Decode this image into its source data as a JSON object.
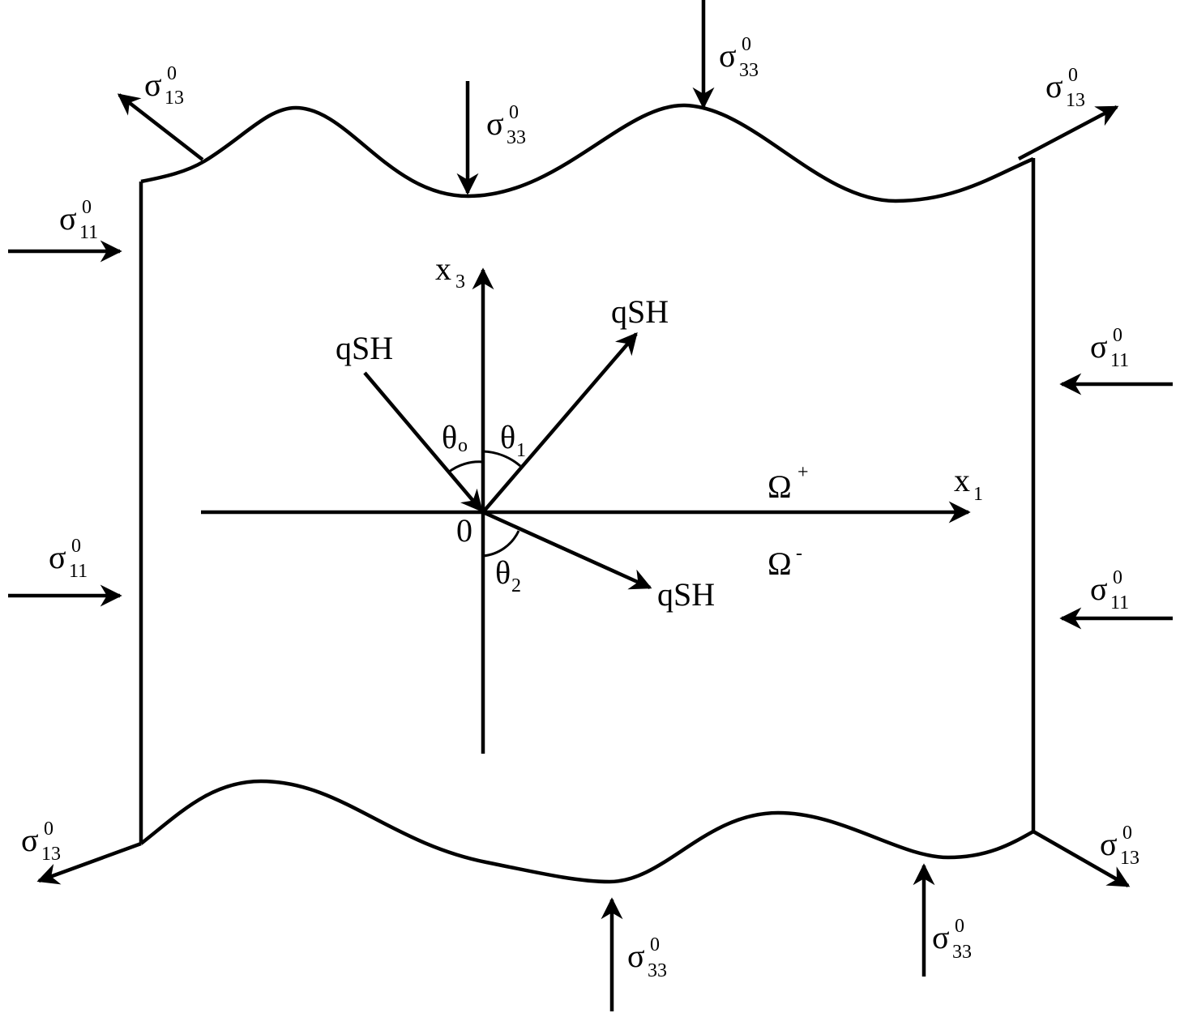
{
  "symbols": {
    "sigma": "σ",
    "sup0": "0",
    "s11": "11",
    "s13": "13",
    "s33": "33"
  },
  "axes": {
    "x1": "x",
    "x1_sub": "1",
    "x3": "x",
    "x3_sub": "3",
    "origin": "0"
  },
  "waves": {
    "incident": "qSH",
    "reflected": "qSH",
    "transmitted": "qSH"
  },
  "angles": {
    "theta0": "θ",
    "theta0_sub": "o",
    "theta1": "θ",
    "theta1_sub": "1",
    "theta2": "θ",
    "theta2_sub": "2"
  },
  "regions": {
    "upper": "Ω",
    "upper_sup": "+",
    "lower": "Ω",
    "lower_sup": "-"
  },
  "colors": {
    "stroke": "#000000",
    "background": "#ffffff"
  }
}
